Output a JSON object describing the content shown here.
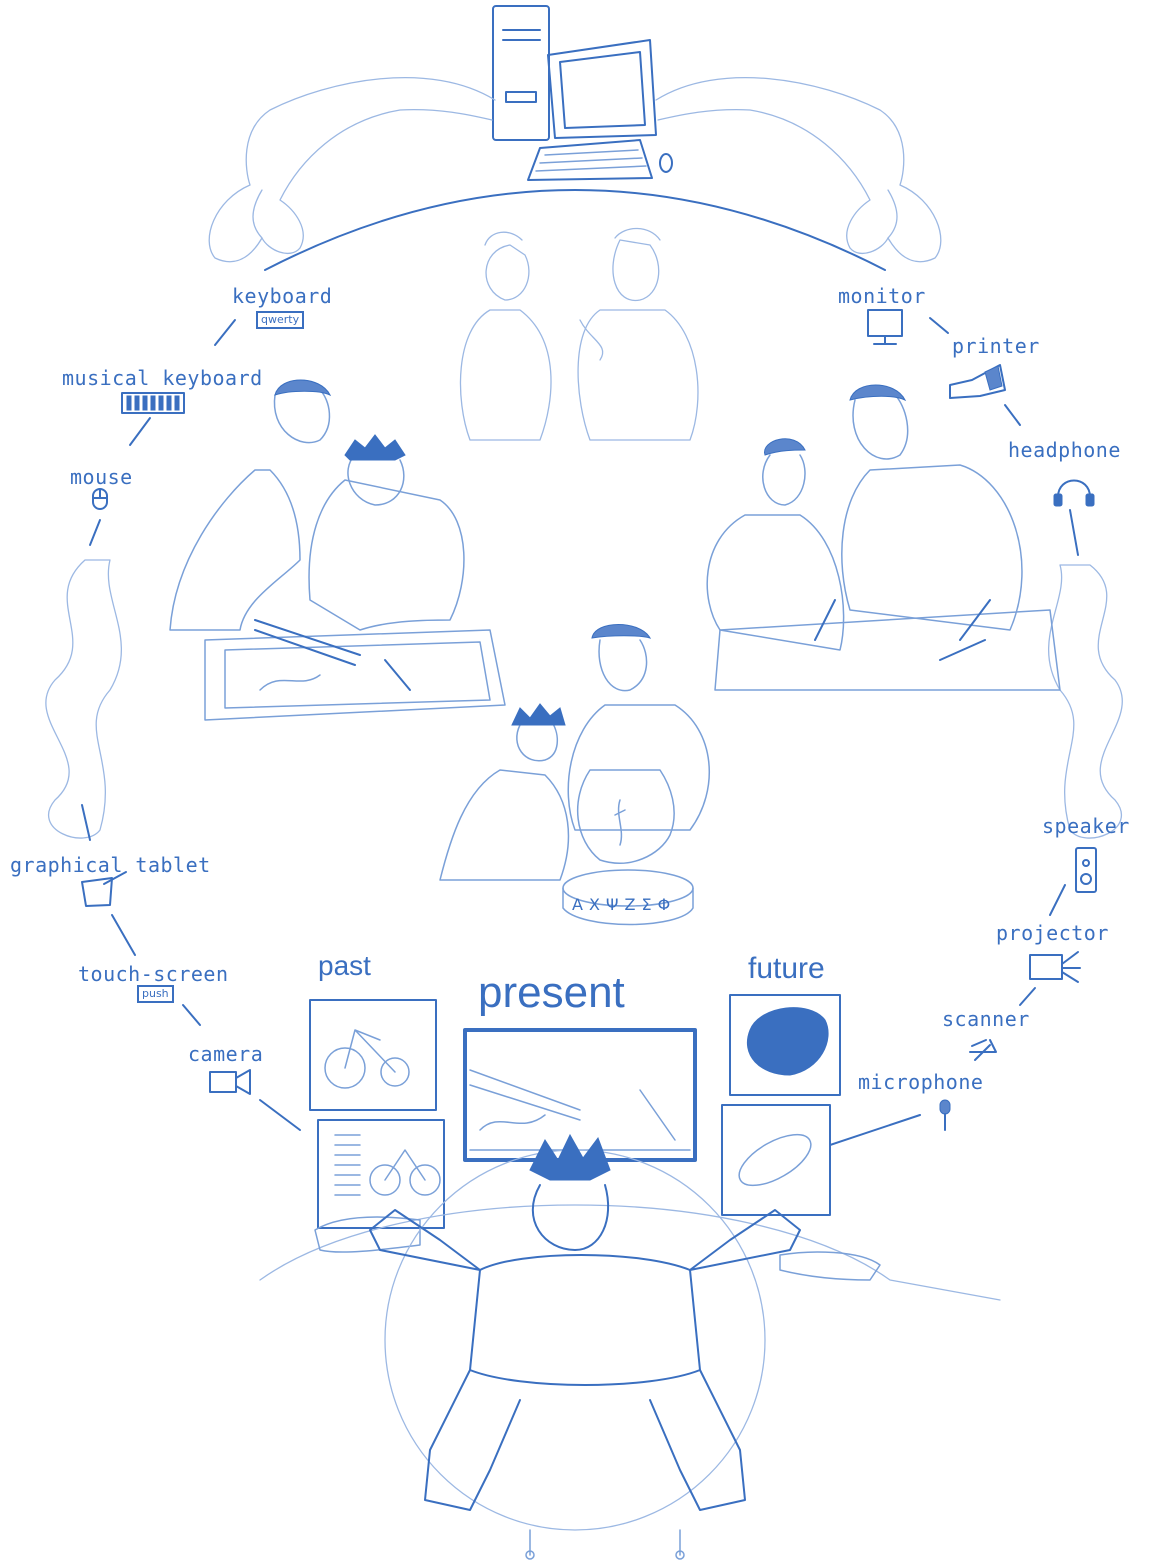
{
  "devices": {
    "keyboard": "keyboard",
    "keyboard_tag": "qwerty",
    "musical_keyboard": "musical keyboard",
    "mouse": "mouse",
    "graphical_tablet": "graphical tablet",
    "touch_screen": "touch-screen",
    "touch_screen_tag": "push",
    "camera": "camera",
    "monitor": "monitor",
    "printer": "printer",
    "headphone": "headphone",
    "speaker": "speaker",
    "projector": "projector",
    "scanner": "scanner",
    "microphone": "microphone"
  },
  "screens": {
    "past": "past",
    "present": "present",
    "future": "future"
  },
  "pottery_inscription": "ΑΧΨΖΣΦ",
  "colors": {
    "ink": "#3a6fc0",
    "light_ink": "#7aa0d8",
    "background": "#ffffff"
  }
}
